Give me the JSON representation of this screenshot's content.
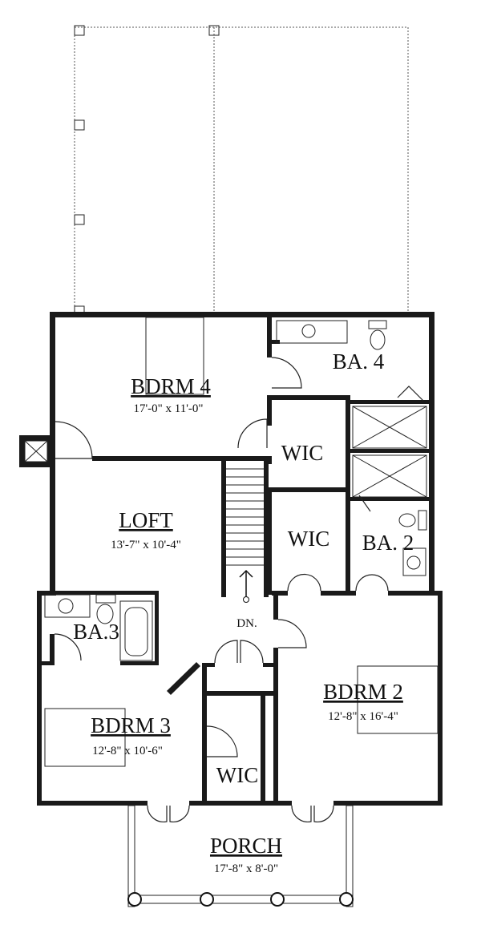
{
  "rooms": {
    "bdrm4": {
      "name": "BDRM 4",
      "dims": "17'-0\" x 11'-0\""
    },
    "ba4": {
      "name": "BA. 4"
    },
    "wic_upper": {
      "name": "WIC"
    },
    "loft": {
      "name": "LOFT",
      "dims": "13'-7\" x 10'-4\""
    },
    "wic_mid": {
      "name": "WIC"
    },
    "ba2": {
      "name": "BA. 2"
    },
    "ba3": {
      "name": "BA.3"
    },
    "stairs": {
      "label": "DN."
    },
    "bdrm2": {
      "name": "BDRM 2",
      "dims": "12'-8\" x 16'-4\""
    },
    "bdrm3": {
      "name": "BDRM 3",
      "dims": "12'-8\" x 10'-6\""
    },
    "wic_lower": {
      "name": "WIC"
    },
    "porch": {
      "name": "PORCH",
      "dims": "17'-8\" x 8'-0\""
    }
  }
}
